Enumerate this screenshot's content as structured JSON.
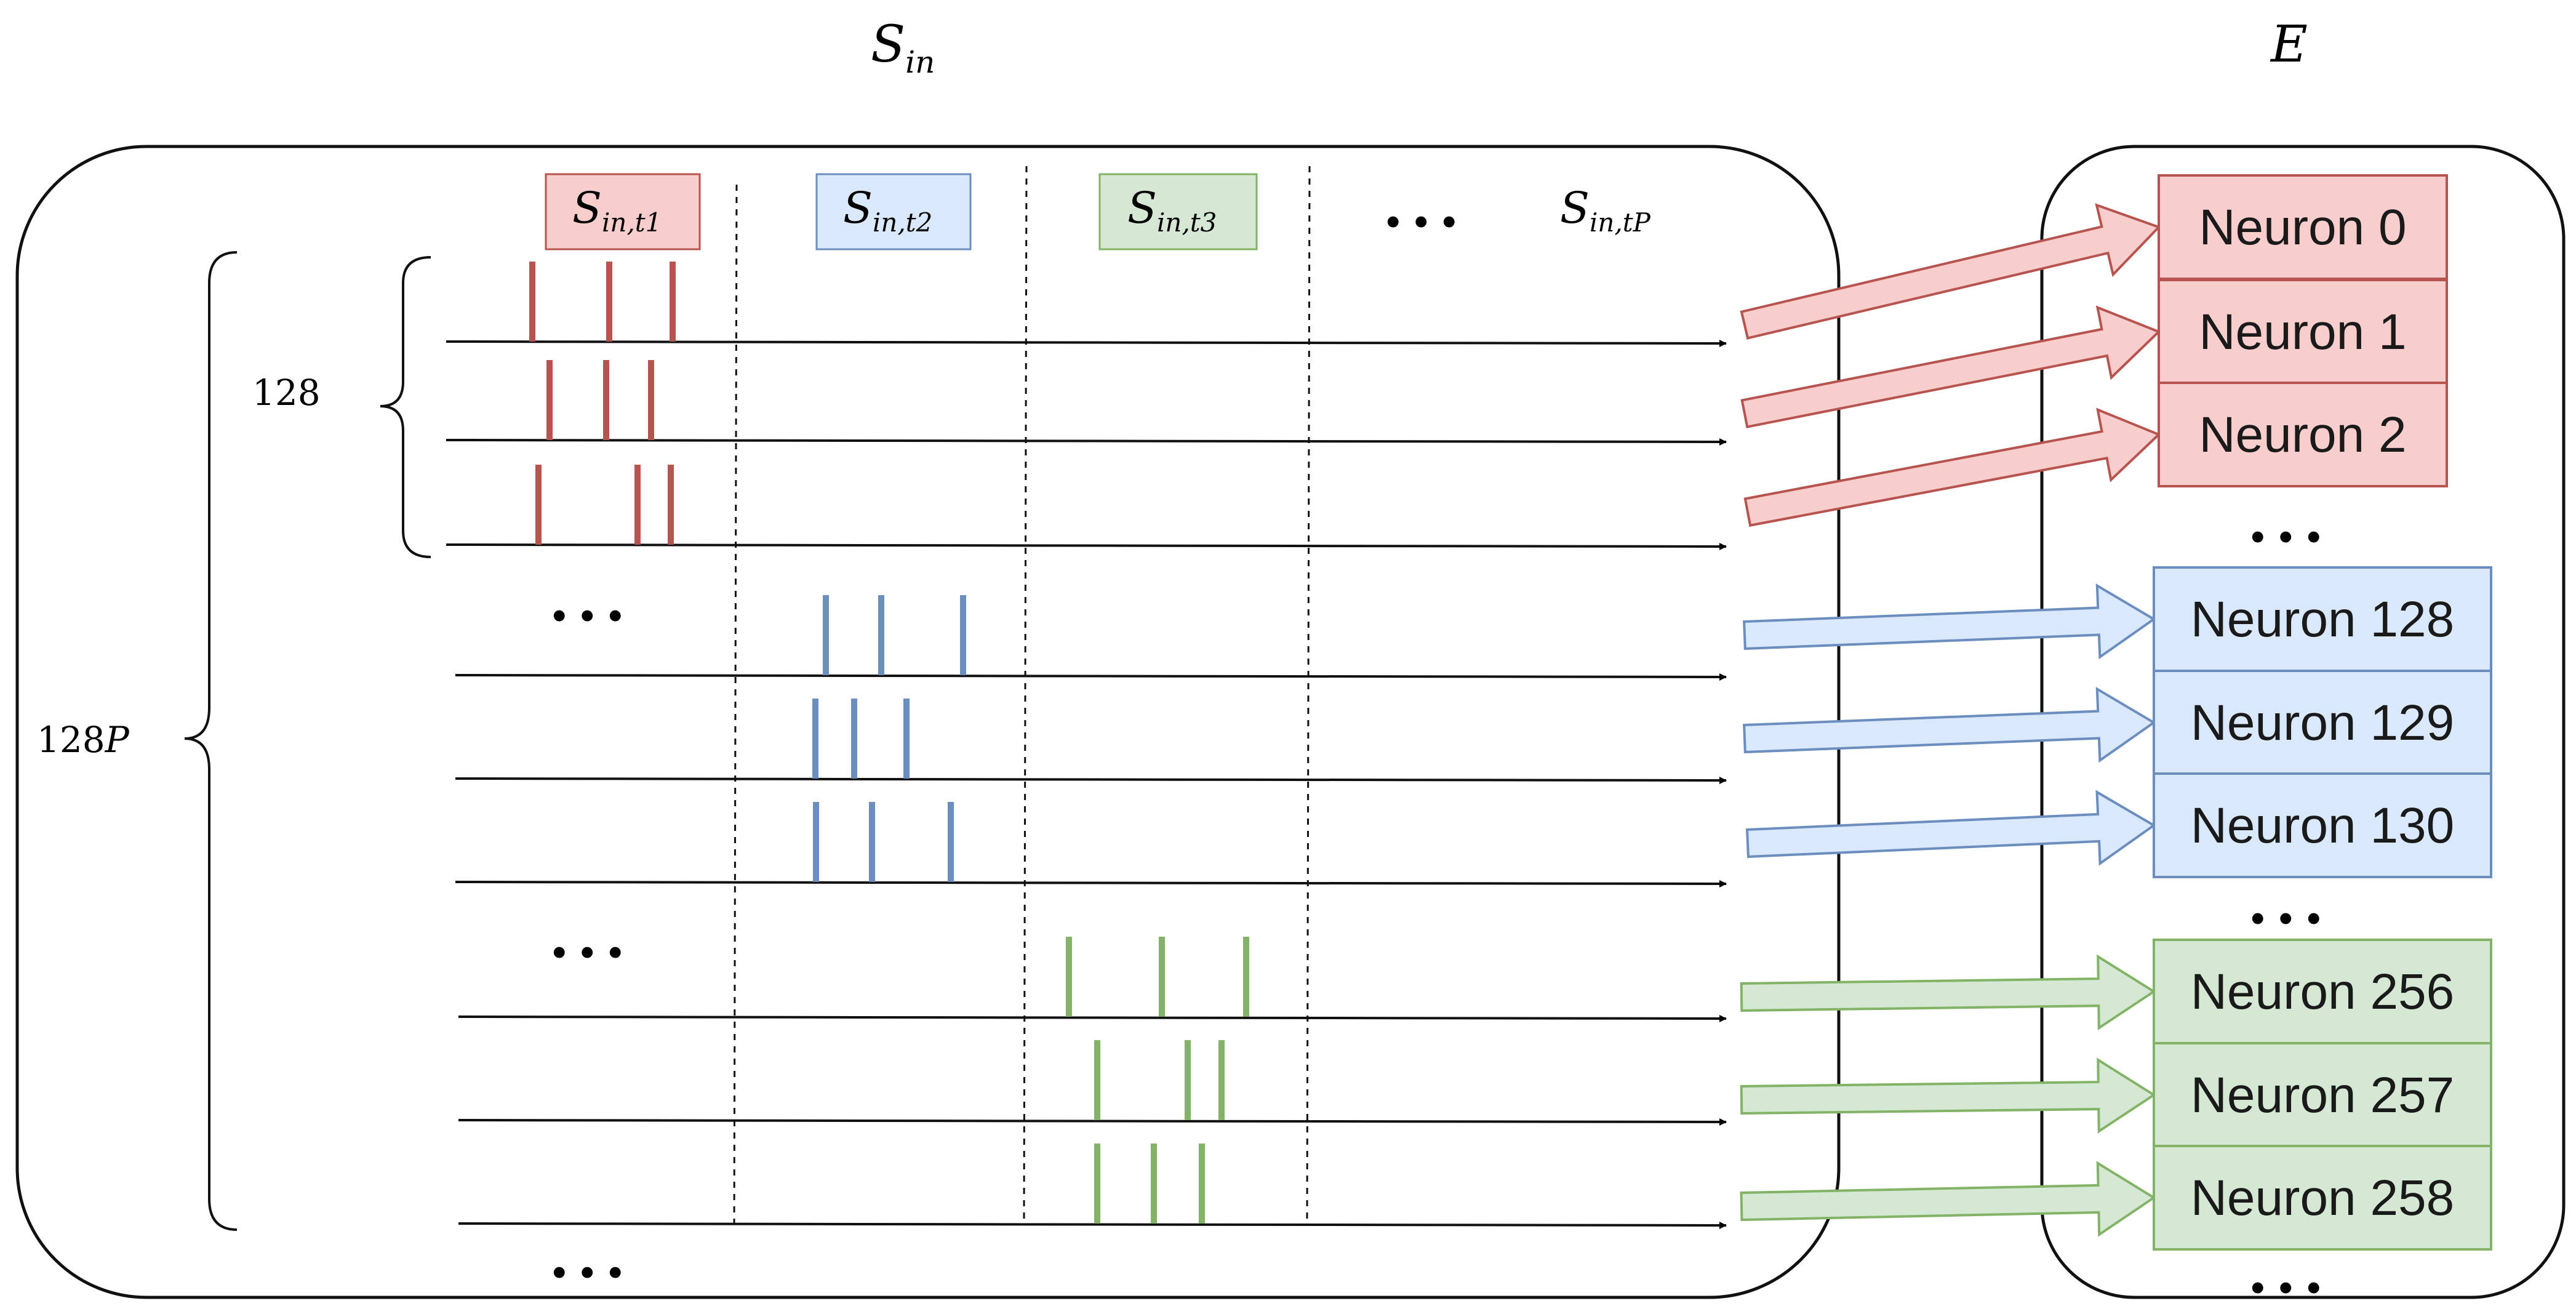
{
  "titles": {
    "s_in_base": "S",
    "s_in_sub": "in",
    "e": "E"
  },
  "time_boxes": [
    {
      "base": "S",
      "sub": "in,t1",
      "fill": "#f8cecc",
      "stroke": "#b85450"
    },
    {
      "base": "S",
      "sub": "in,t2",
      "fill": "#dae8fc",
      "stroke": "#6c8ebf"
    },
    {
      "base": "S",
      "sub": "in,t3",
      "fill": "#d5e8d4",
      "stroke": "#82b366"
    }
  ],
  "last_time": {
    "base": "S",
    "sub": "in,tP"
  },
  "ellipsis": "...",
  "brace_labels": {
    "inner": "128",
    "outer_num": "128",
    "outer_var": "P"
  },
  "spike_colors": {
    "red": "#b85450",
    "blue": "#6c8ebf",
    "green": "#82b366"
  },
  "neuron_groups": [
    {
      "color": "red",
      "fill": "#f8cecc",
      "stroke": "#b85450",
      "neurons": [
        "Neuron 0",
        "Neuron 1",
        "Neuron 2"
      ]
    },
    {
      "color": "blue",
      "fill": "#dae8fc",
      "stroke": "#6c8ebf",
      "neurons": [
        "Neuron 128",
        "Neuron 129",
        "Neuron 130"
      ]
    },
    {
      "color": "green",
      "fill": "#d5e8d4",
      "stroke": "#82b366",
      "neurons": [
        "Neuron 256",
        "Neuron 257",
        "Neuron 258"
      ]
    }
  ]
}
